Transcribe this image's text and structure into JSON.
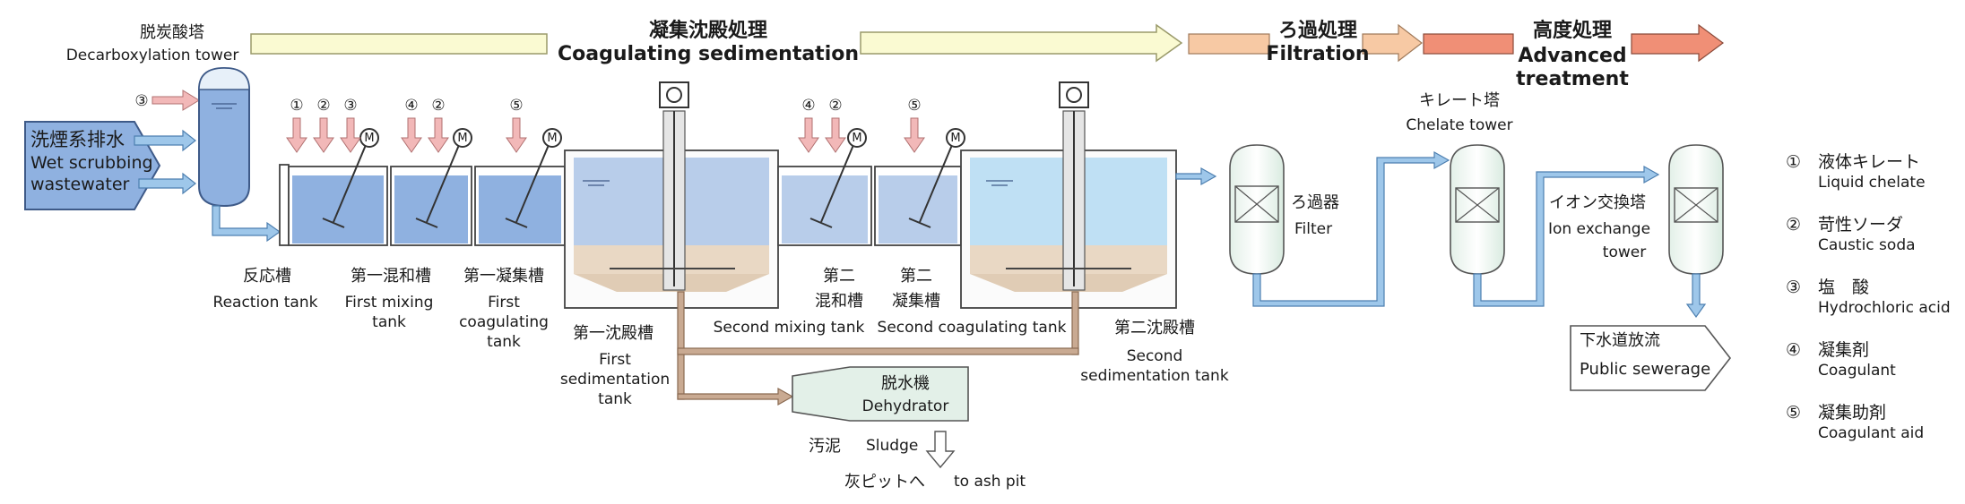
{
  "stages": {
    "coagulating_jp": "凝集沈殿処理",
    "coagulating_en": "Coagulating sedimentation",
    "filtration_jp": "ろ過処理",
    "filtration_en": "Filtration",
    "advanced_jp": "高度処理",
    "advanced_en_1": "Advanced",
    "advanced_en_2": "treatment"
  },
  "units": {
    "decarb_jp": "脱炭酸塔",
    "decarb_en": "Decarboxylation tower",
    "wastewater_jp": "洗煙系排水",
    "wastewater_en_1": "Wet scrubbing",
    "wastewater_en_2": "wastewater",
    "reaction_jp": "反応槽",
    "reaction_en": "Reaction tank",
    "first_mixing_jp": "第一混和槽",
    "first_mixing_en_1": "First mixing",
    "first_mixing_en_2": "tank",
    "first_coag_jp": "第一凝集槽",
    "first_coag_en_1": "First",
    "first_coag_en_2": "coagulating",
    "first_coag_en_3": "tank",
    "first_sed_jp": "第一沈殿槽",
    "first_sed_en_1": "First",
    "first_sed_en_2": "sedimentation",
    "first_sed_en_3": "tank",
    "second_mixing_jp_1": "第二",
    "second_mixing_jp_2": "混和槽",
    "second_mixing_en": "Second mixing tank",
    "second_coag_jp_1": "第二",
    "second_coag_jp_2": "凝集槽",
    "second_coag_en": "Second coagulating tank",
    "second_sed_jp": "第二沈殿槽",
    "second_sed_en_1": "Second",
    "second_sed_en_2": "sedimentation tank",
    "dehydrator_jp": "脱水機",
    "dehydrator_en": "Dehydrator",
    "sludge_jp": "汚泥",
    "sludge_en": "Sludge",
    "ashpit_jp": "灰ピットへ",
    "ashpit_en": "to ash pit",
    "filter_jp": "ろ過器",
    "filter_en": "Filter",
    "chelate_jp": "キレート塔",
    "chelate_en": "Chelate tower",
    "ion_jp": "イオン交換塔",
    "ion_en_1": "Ion exchange",
    "ion_en_2": "tower",
    "sewer_jp": "下水道放流",
    "sewer_en": "Public sewerage",
    "motor": "M"
  },
  "chem_marks": {
    "decarb": "③",
    "reaction": [
      "①",
      "②",
      "③"
    ],
    "first_mixing": [
      "④",
      "②"
    ],
    "first_coag": [
      "⑤"
    ],
    "second_mixing": [
      "④",
      "②"
    ],
    "second_coag": [
      "⑤"
    ]
  },
  "legend": [
    {
      "num": "①",
      "jp": "液体キレート",
      "en": "Liquid chelate"
    },
    {
      "num": "②",
      "jp": "苛性ソーダ",
      "en": "Caustic soda"
    },
    {
      "num": "③",
      "jp": "塩　酸",
      "en": "Hydrochloric acid"
    },
    {
      "num": "④",
      "jp": "凝集剤",
      "en": "Coagulant"
    },
    {
      "num": "⑤",
      "jp": "凝集助剤",
      "en": "Coagulant aid"
    }
  ],
  "colors": {
    "water": "#9db8e2",
    "water_light": "#bfe0f4",
    "sludge": "#d6c0a8",
    "pipe_water": "#9ec7ea",
    "pipe_sludge": "#c9aa92",
    "chem_arrow": "#f2b8b8",
    "stage_coag": "#fafad2",
    "stage_filt": "#f7c9a4",
    "stage_adv": "#f08f76"
  }
}
